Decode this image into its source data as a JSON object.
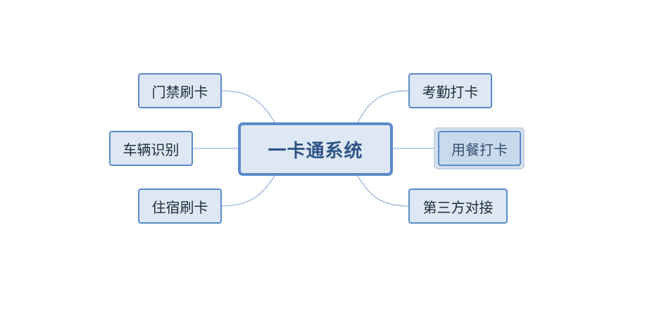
{
  "mindmap": {
    "central": {
      "label": "一卡通系统"
    },
    "left_topics": [
      {
        "label": "门禁刷卡"
      },
      {
        "label": "车辆识别"
      },
      {
        "label": "住宿刷卡"
      }
    ],
    "right_topics": [
      {
        "label": "考勤打卡"
      },
      {
        "label": "用餐打卡",
        "selected": true
      },
      {
        "label": "第三方对接"
      }
    ]
  },
  "colors": {
    "topic_fill": "#dee7f4",
    "topic_border": "#5b8bc9",
    "central_text": "#2e5486",
    "topic_text": "#1f2d3d",
    "connector": "#7fa3cf",
    "selected_fill": "#c9d9ec",
    "selected_halo": "#d6dfeb"
  }
}
